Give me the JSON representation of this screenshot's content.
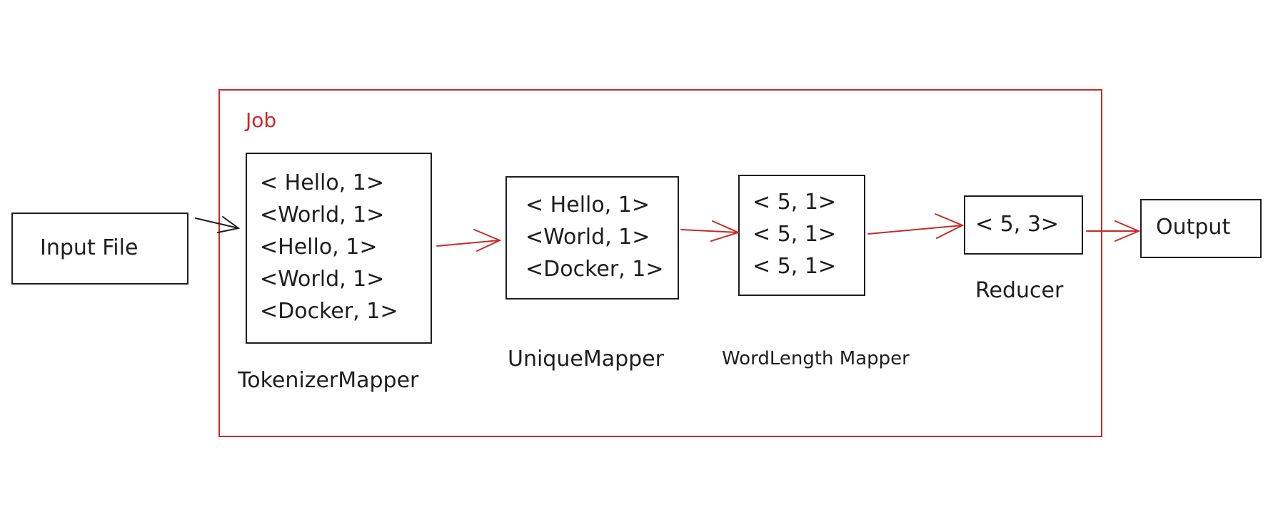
{
  "job": {
    "label": "Job"
  },
  "input": {
    "label": "Input File"
  },
  "tokenizer": {
    "label": "TokenizerMapper",
    "lines": [
      "< Hello, 1>",
      "<World, 1>",
      "<Hello, 1>",
      "<World, 1>",
      "<Docker, 1>"
    ]
  },
  "unique": {
    "label": "UniqueMapper",
    "lines": [
      "< Hello, 1>",
      "<World, 1>",
      "<Docker, 1>"
    ]
  },
  "wordlength": {
    "label": "WordLength Mapper",
    "lines": [
      "< 5, 1>",
      "< 5, 1>",
      "< 5, 1>"
    ]
  },
  "reducer": {
    "label": "Reducer",
    "lines": [
      "< 5, 3>"
    ]
  },
  "output": {
    "label": "Output"
  },
  "colors": {
    "job": "#c92a2a",
    "stroke": "#1e1e1e"
  }
}
